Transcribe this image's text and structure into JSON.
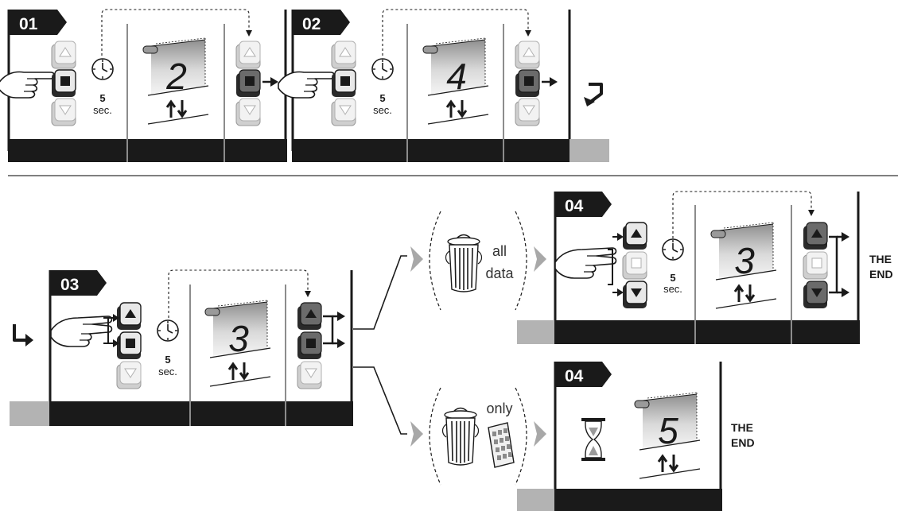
{
  "steps": {
    "s01": {
      "label": "01",
      "seconds": "5",
      "unit": "sec.",
      "digit": "2"
    },
    "s02": {
      "label": "02",
      "seconds": "5",
      "unit": "sec.",
      "digit": "4"
    },
    "s03": {
      "label": "03",
      "seconds": "5",
      "unit": "sec.",
      "digit": "3"
    },
    "s04a": {
      "label": "04",
      "seconds": "5",
      "unit": "sec.",
      "digit": "3"
    },
    "s04b": {
      "label": "04",
      "digit": "5"
    }
  },
  "branches": {
    "all_data": {
      "word1": "all",
      "word2": "data"
    },
    "only": {
      "word1": "only"
    }
  },
  "end_labels": {
    "top": {
      "line1": "THE",
      "line2": "END"
    },
    "bottom": {
      "line1": "THE",
      "line2": "END"
    }
  },
  "icons": [
    "hand-pointer-icon",
    "clock-icon",
    "remote-button-stack-icon",
    "blind-display-icon",
    "up-down-arrows-icon",
    "repeat-arrow-icon",
    "trash-can-icon",
    "keypad-icon",
    "hourglass-icon",
    "arrow-right-icon"
  ],
  "colors": {
    "panel_dark": "#1a1a1a",
    "panel_gray": "#b3b3b3",
    "button_dark": "#4d4d4d",
    "button_light": "#f2f2f2",
    "screen_gray": "#9a9a9a"
  }
}
